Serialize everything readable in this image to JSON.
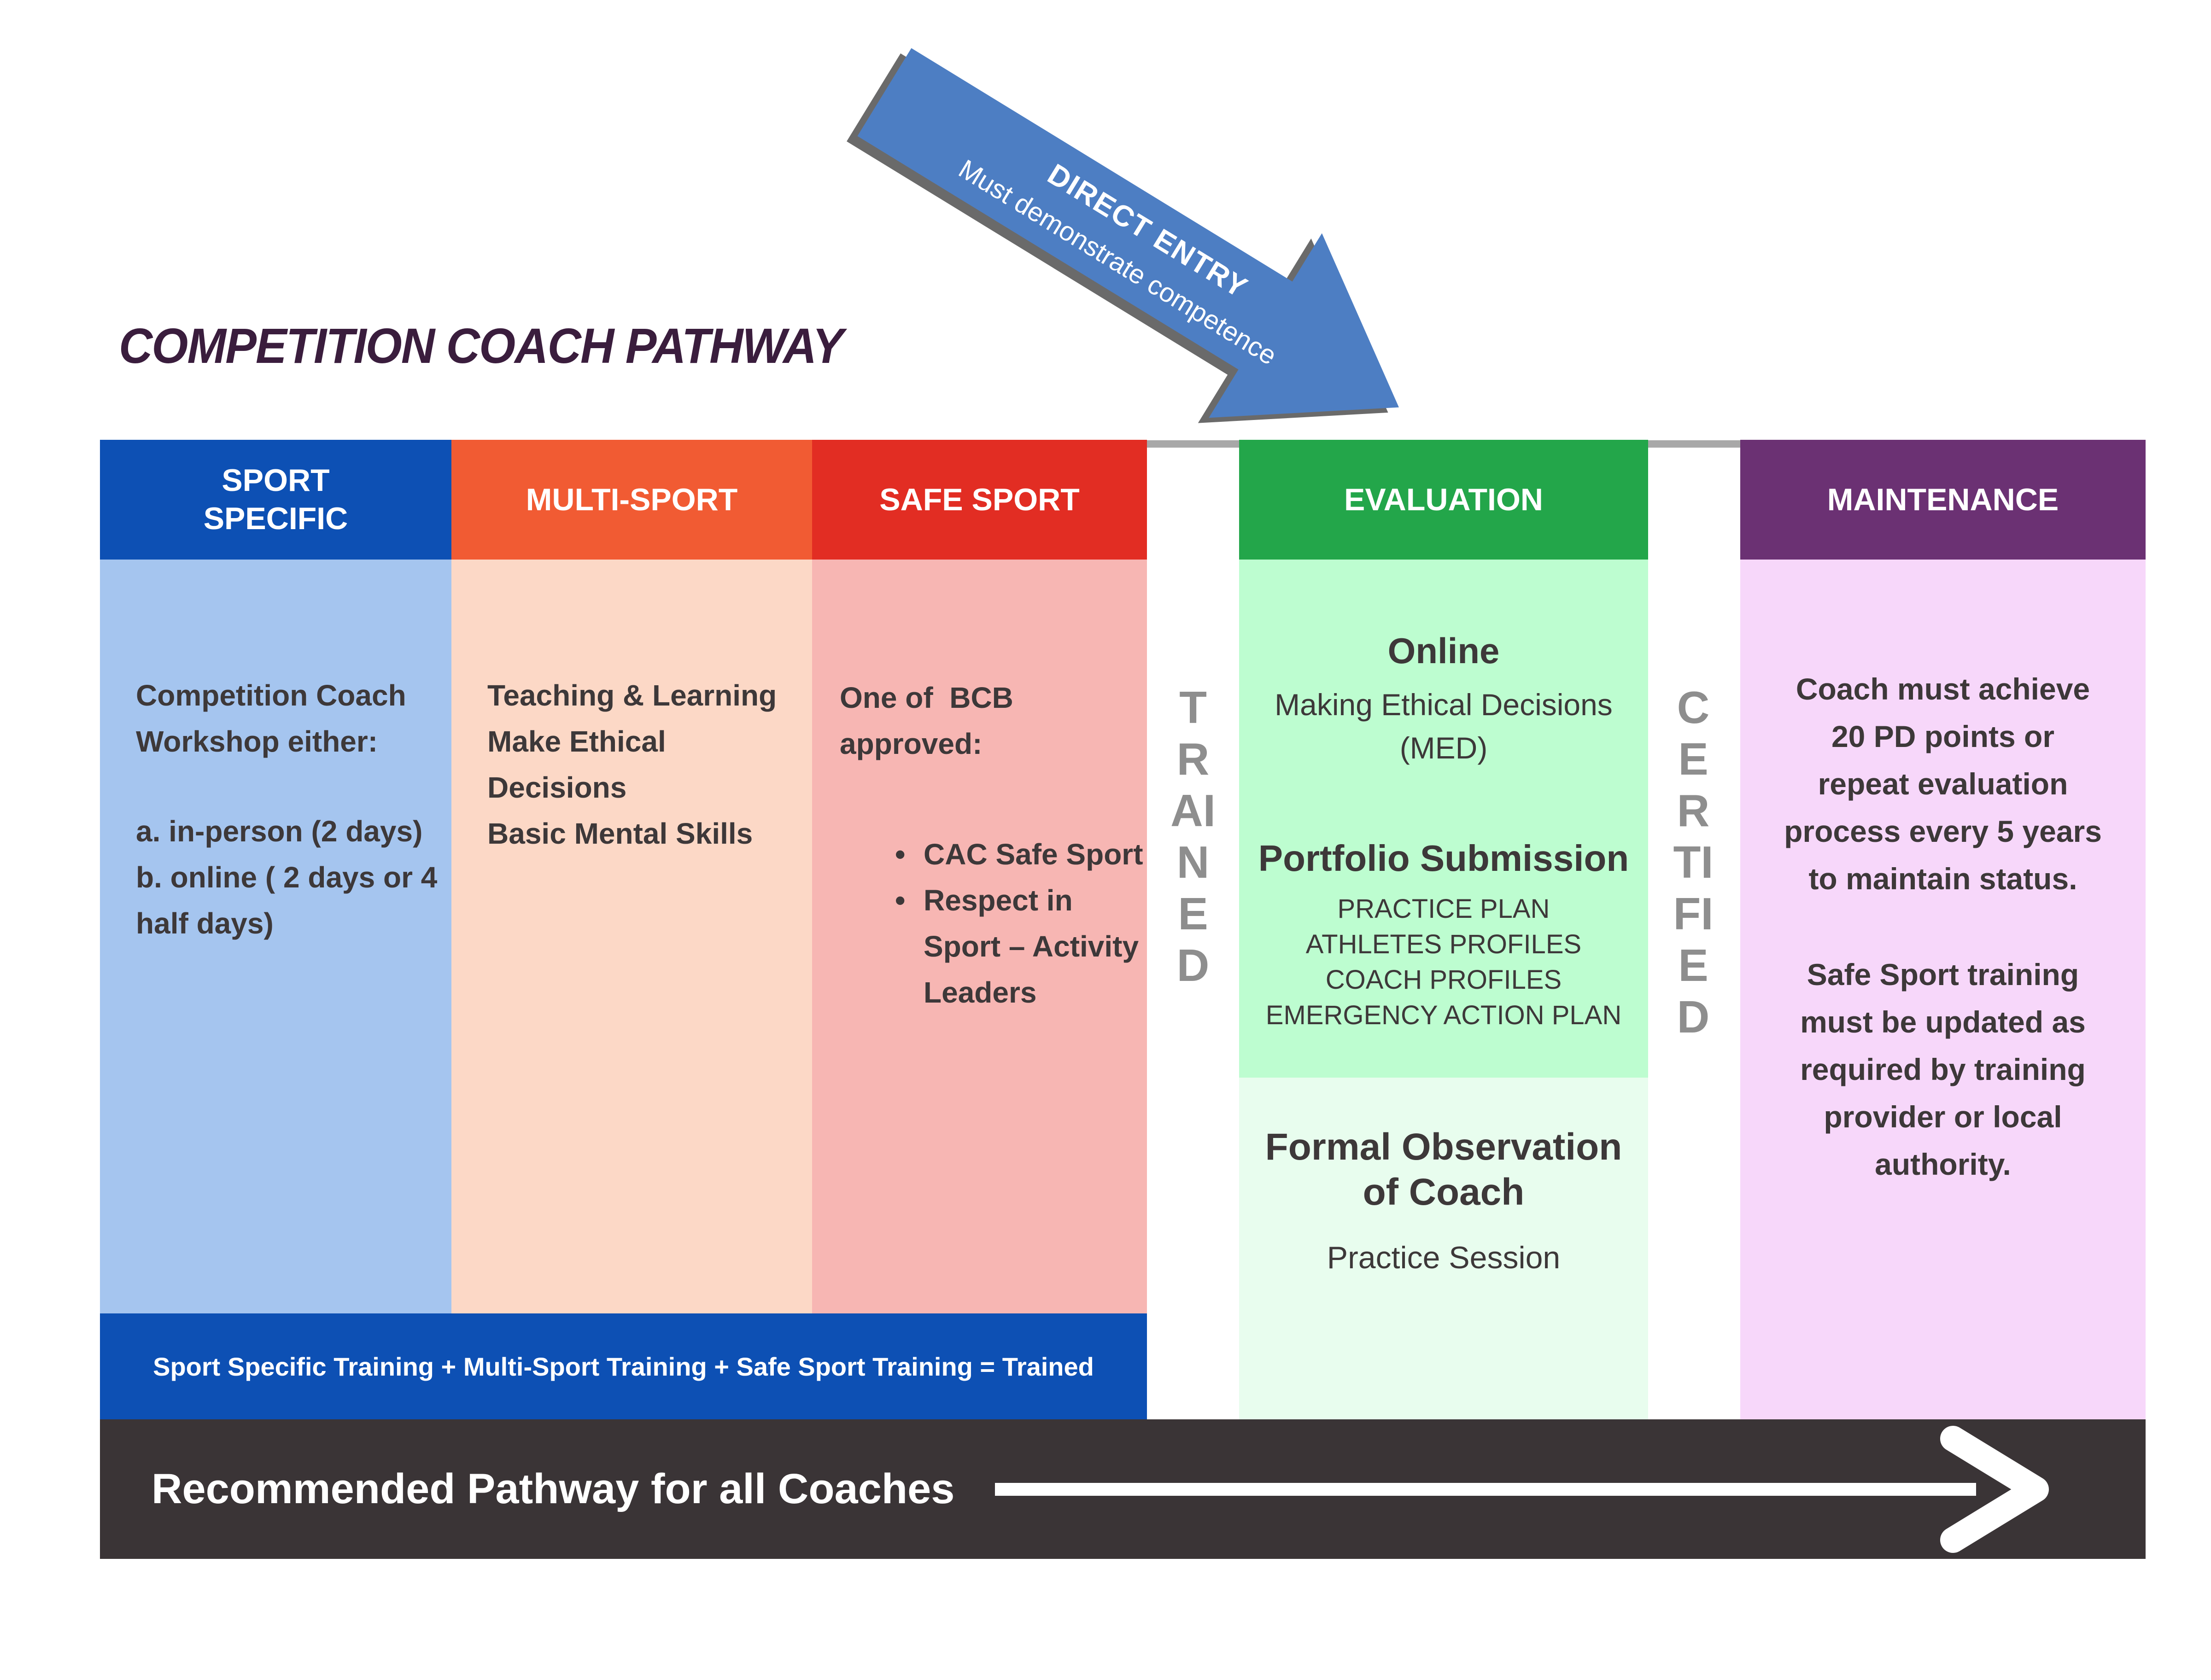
{
  "title": "COMPETITION COACH PATHWAY",
  "direct_entry": {
    "label": "DIRECT ENTRY",
    "sublabel": "Must demonstrate competence"
  },
  "columns": {
    "sport_specific": {
      "header": "SPORT SPECIFIC",
      "intro": "Competition Coach Workshop either:",
      "options": [
        "a. in-person (2 days)",
        "b. online ( 2 days or 4 half days)"
      ]
    },
    "multi_sport": {
      "header": "MULTI-SPORT",
      "lines": [
        "Teaching & Learning",
        "Make Ethical Decisions",
        "Basic Mental Skills"
      ]
    },
    "safe_sport": {
      "header": "SAFE SPORT",
      "intro": "One of  BCB approved:",
      "bullets": [
        "CAC Safe Sport",
        "Respect in Sport – Activity Leaders"
      ]
    },
    "evaluation": {
      "header": "EVALUATION",
      "online_title": "Online",
      "online_line1": "Making Ethical Decisions",
      "online_line2": "(MED)",
      "portfolio_title": "Portfolio Submission",
      "portfolio_items": [
        "PRACTICE PLAN",
        "ATHLETES PROFILES",
        "COACH PROFILES",
        "EMERGENCY ACTION PLAN"
      ],
      "observation_title": "Formal Observation of Coach",
      "observation_detail": "Practice Session"
    },
    "maintenance": {
      "header": "MAINTENANCE",
      "p1": "Coach must achieve 20 PD points or repeat evaluation process every 5 years to maintain status.",
      "p2": "Safe Sport training must be updated as required by training provider or local authority."
    }
  },
  "status_words": {
    "trained": "TRAINED",
    "certified": "CERTIFIED"
  },
  "trained_bar_text": "Sport Specific Training + Multi-Sport Training + Safe Sport Training = Trained",
  "footer_text": "Recommended Pathway for all Coaches",
  "icons": {
    "direct_entry_arrow": "diagonal-arrow-down-right",
    "pathway_arrow": "arrow-right"
  },
  "colors": {
    "header_blue": "#0d50b4",
    "body_blue": "#a5c5ef",
    "header_orange": "#f15b33",
    "body_orange": "#fcd8c6",
    "header_red": "#e22d23",
    "body_red": "#f7b6b3",
    "header_green": "#23a64a",
    "body_green_medium": "#bdfdd0",
    "body_green_light": "#e8fdee",
    "header_purple": "#6b3173",
    "body_pink": "#f7d7fa",
    "footer_dark": "#3a3436",
    "arrow_blue": "#4d7ec3",
    "status_gray": "#8e8e8e",
    "text_dark": "#3d3839",
    "title_color": "#3a1d3d"
  }
}
